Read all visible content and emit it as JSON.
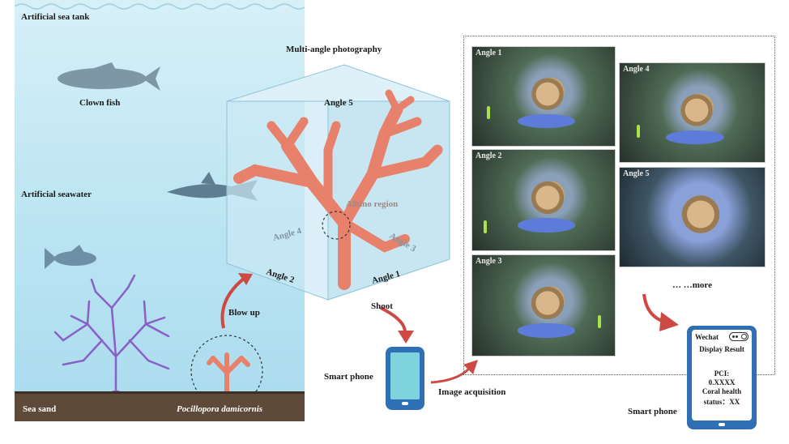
{
  "tank": {
    "title": "Artificial sea tank",
    "fish_label": "Clown fish",
    "water_label": "Artificial seawater",
    "sand_label": "Sea sand",
    "coral_label": "Pocillopora damicornis",
    "blow_label": "Blow up"
  },
  "cube": {
    "title": "Multi-angle photography",
    "angles": [
      "Angle 1",
      "Angle 2",
      "Angle 3",
      "Angle 4",
      "Angle 5"
    ],
    "region_label": "Albino region"
  },
  "shoot_label": "Shoot",
  "phone1": {
    "label": "Smart phone"
  },
  "acquisition_label": "Image acquisition",
  "photos": [
    {
      "tag": "Angle 1"
    },
    {
      "tag": "Angle 2"
    },
    {
      "tag": "Angle 3"
    },
    {
      "tag": "Angle 4"
    },
    {
      "tag": "Angle 5"
    }
  ],
  "more_label": "… …more",
  "phone2": {
    "label": "Smart phone",
    "app_name": "Wechat",
    "menu_icon": "more-dots-icon",
    "screen_title": "Display Result",
    "pci_label": "PCI:",
    "pci_value": "0.XXXX",
    "health_label": "Coral health",
    "status_label": "status：XX"
  },
  "colors": {
    "arrow": "#cc4a43",
    "coral": "#e8816b",
    "sea_fan": "#8a5fc7",
    "phone": "#2f6fb3",
    "phone_screen": "#7fd3df"
  }
}
